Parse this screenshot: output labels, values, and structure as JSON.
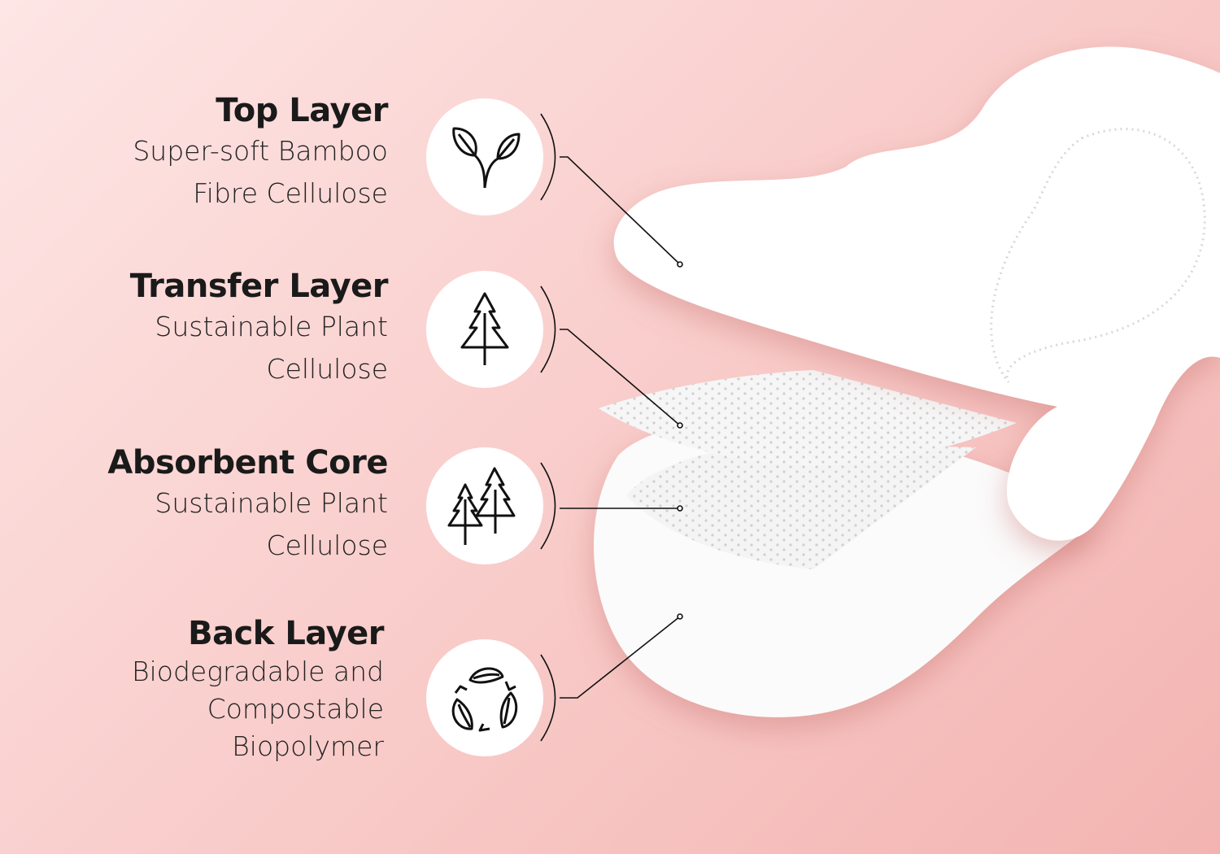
{
  "layers": [
    {
      "title": "Top Layer",
      "lines": [
        "Super-soft Bamboo",
        "Fibre Cellulose"
      ],
      "icon": "leaf-sprout-icon"
    },
    {
      "title": "Transfer Layer",
      "lines": [
        "Sustainable Plant",
        "Cellulose"
      ],
      "icon": "pine-tree-icon"
    },
    {
      "title": "Absorbent Core",
      "lines": [
        "Sustainable Plant",
        "Cellulose"
      ],
      "icon": "pine-trees-icon"
    },
    {
      "title": "Back Layer",
      "lines": [
        "Biodegradable and",
        "Compostable",
        "Biopolymer"
      ],
      "icon": "recycle-leaves-icon"
    }
  ],
  "colors": {
    "background_light": "#fde6e5",
    "background_dark": "#f3b4b1",
    "pad": "#ffffff",
    "text": "#1a1a1a"
  }
}
